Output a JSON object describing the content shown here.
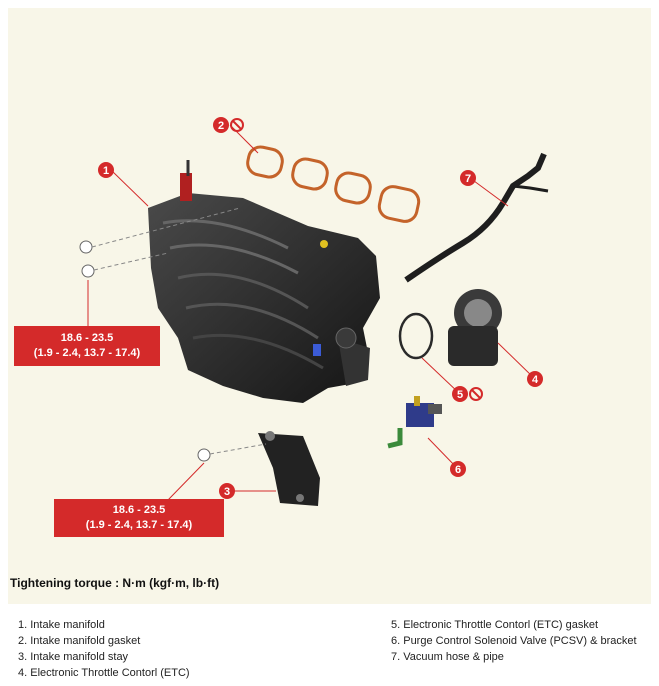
{
  "callouts": [
    "1",
    "2",
    "3",
    "4",
    "5",
    "6",
    "7"
  ],
  "torque_boxes": [
    {
      "line1": "18.6 - 23.5",
      "line2": "(1.9 - 2.4, 13.7 - 17.4)"
    },
    {
      "line1": "18.6 - 23.5",
      "line2": "(1.9 - 2.4, 13.7 - 17.4)"
    }
  ],
  "torque_title": "Tightening torque : N·m (kgf·m, lb·ft)",
  "legend_left": [
    "1. Intake manifold",
    "2. Intake manifold gasket",
    "3. Intake manifold stay",
    "4. Electronic Throttle Contorl (ETC)"
  ],
  "legend_right": [
    "5. Electronic Throttle Contorl (ETC) gasket",
    "6. Purge Control Solenoid Valve (PCSV) & bracket",
    "7. Vacuum hose & pipe"
  ],
  "colors": {
    "callout_red": "#d42a2a",
    "background": "#f8f6e8",
    "part_dark": "#2b2b2b"
  },
  "icons": [
    "do-not-reuse-icon"
  ]
}
